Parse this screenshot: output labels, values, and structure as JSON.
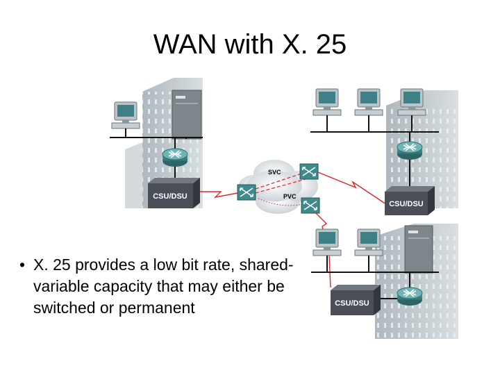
{
  "slide": {
    "title": "WAN with X. 25",
    "bullet_symbol": "•",
    "bullet": "X. 25 provides a low bit rate, shared-variable capacity that may either be switched or permanent"
  },
  "diagram": {
    "csu_dsu_label": "CSU/DSU",
    "svc_label": "SVC",
    "pvc_label": "PVC",
    "icons": [
      "building",
      "server",
      "workstation",
      "router",
      "csu-dsu",
      "x25-switch",
      "cloud"
    ]
  },
  "colors": {
    "link_red": "#e0242a",
    "router_teal": "#3c7f82",
    "csu_dark": "#4a4f57",
    "building_gray": "#c6cfd3"
  }
}
